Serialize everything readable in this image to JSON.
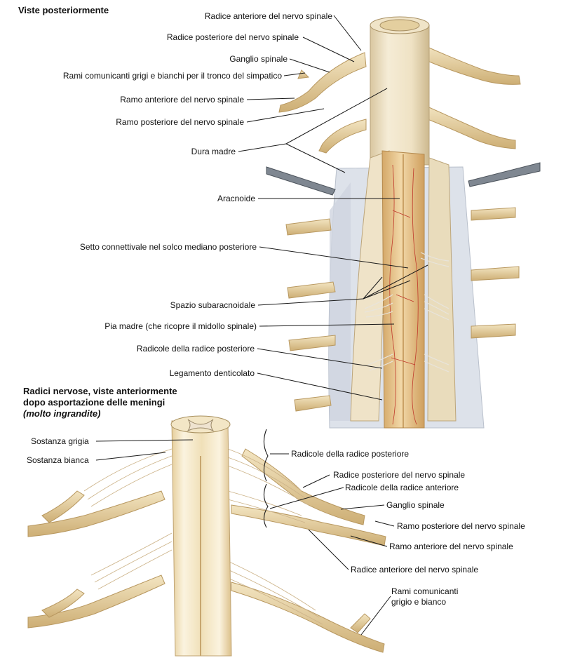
{
  "figure": {
    "title_top": "Viste posteriormente",
    "title_bottom_line1": "Radici nervose, viste anteriormente",
    "title_bottom_line2": "dopo asportazione delle meningi",
    "title_bottom_line3": "(molto ingrandite)"
  },
  "labels_top": [
    "Radice anteriore del nervo spinale",
    "Radice posteriore del nervo spinale",
    "Ganglio spinale",
    "Rami comunicanti grigi e bianchi per il tronco del simpatico",
    "Ramo anteriore del nervo spinale",
    "Ramo posteriore del nervo spinale",
    "Dura madre",
    "Aracnoide",
    "Setto connettivale nel solco mediano posteriore",
    "Spazio subaracnoidale",
    "Pia madre (che ricopre il midollo spinale)",
    "Radicole della radice posteriore",
    "Legamento denticolato"
  ],
  "labels_bottom": {
    "left": [
      "Sostanza grigia",
      "Sostanza bianca"
    ],
    "right": [
      "Radicole della radice posteriore",
      "Radice posteriore del nervo spinale",
      "Radicole della radice anteriore",
      "Ganglio spinale",
      "Ramo posteriore del nervo spinale",
      "Ramo anteriore del nervo spinale",
      "Radice anteriore del nervo spinale"
    ],
    "rami_line1": "Rami comunicanti",
    "rami_line2": "grigio e bianco"
  },
  "colors": {
    "nerve": "#ecd8a8",
    "nerve_dark": "#c9ab72",
    "dura": "#e9dcc0",
    "arachnoid": "#dfe3ee",
    "cord": "#e7c58e",
    "vessel": "#c0392b"
  }
}
